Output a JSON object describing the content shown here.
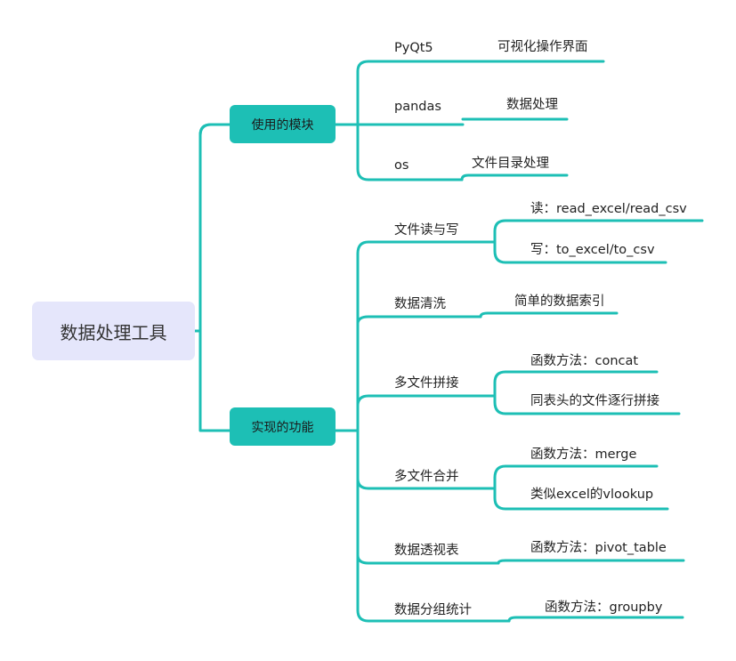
{
  "root": {
    "label": "数据处理工具"
  },
  "branches": [
    {
      "label": "使用的模块",
      "children": [
        {
          "label": "PyQt5",
          "children": [
            {
              "label": "可视化操作界面"
            }
          ]
        },
        {
          "label": "pandas",
          "children": [
            {
              "label": "数据处理"
            }
          ]
        },
        {
          "label": "os",
          "children": [
            {
              "label": "文件目录处理"
            }
          ]
        }
      ]
    },
    {
      "label": "实现的功能",
      "children": [
        {
          "label": "文件读与写",
          "children": [
            {
              "label": "读：read_excel/read_csv"
            },
            {
              "label": "写：to_excel/to_csv"
            }
          ]
        },
        {
          "label": "数据清洗",
          "children": [
            {
              "label": "简单的数据索引"
            }
          ]
        },
        {
          "label": "多文件拼接",
          "children": [
            {
              "label": "函数方法：concat"
            },
            {
              "label": "同表头的文件逐行拼接"
            }
          ]
        },
        {
          "label": "多文件合并",
          "children": [
            {
              "label": "函数方法：merge"
            },
            {
              "label": "类似excel的vlookup"
            }
          ]
        },
        {
          "label": "数据透视表",
          "children": [
            {
              "label": "函数方法：pivot_table"
            }
          ]
        },
        {
          "label": "数据分组统计",
          "children": [
            {
              "label": "函数方法：groupby"
            }
          ]
        }
      ]
    }
  ],
  "colors": {
    "connector": "#1dbfb5",
    "branch_fill": "#1dbfb5",
    "root_fill": "#e5e6fb"
  }
}
